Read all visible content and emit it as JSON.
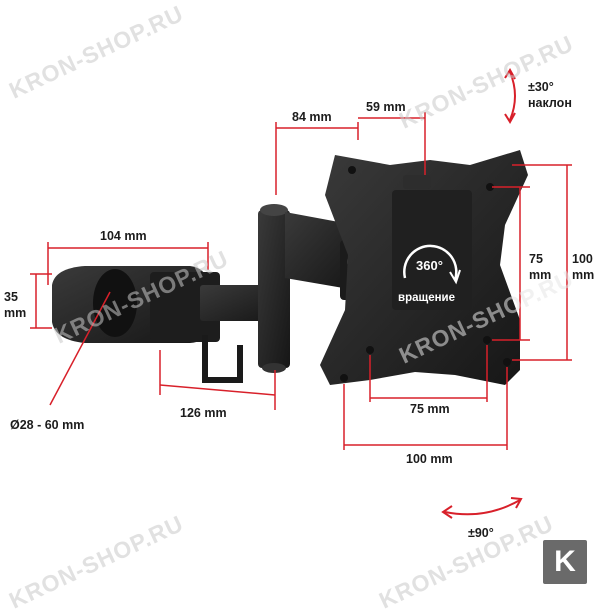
{
  "dimensions": {
    "d84": "84 mm",
    "d59": "59 mm",
    "d104": "104 mm",
    "d35": "35",
    "d35_unit": "mm",
    "d126": "126 mm",
    "clamp_range": "Ø28 - 60 mm",
    "d75h": "75 mm",
    "d100h": "100 mm",
    "d75v": "75",
    "d75v_unit": "mm",
    "d100v": "100",
    "d100v_unit": "mm"
  },
  "tilt": {
    "value": "±30°",
    "label": "наклон"
  },
  "swivel": {
    "value": "±90°"
  },
  "rotation": {
    "value": "360°",
    "label": "вращение"
  },
  "watermark": "KRON-SHOP.RU",
  "badge": "K",
  "colors": {
    "dimension_line": "#d8202a",
    "mount": "#232323",
    "text": "#1c1c1c"
  }
}
